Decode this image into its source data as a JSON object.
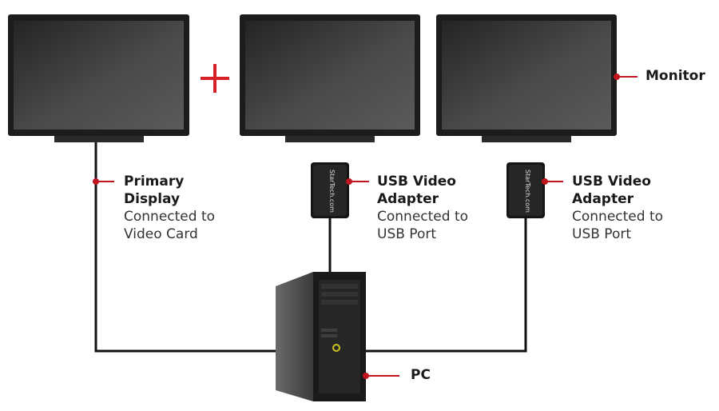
{
  "colors": {
    "accent": "#c0141e",
    "cable": "#111111",
    "screen_bezel": "#1c1c1c",
    "screen_glass": "#3a3a3a"
  },
  "labels": {
    "monitor": "Monitor",
    "pc": "PC",
    "primary": {
      "title_line1": "Primary",
      "title_line2": "Display",
      "desc_line1": "Connected to",
      "desc_line2": "Video Card"
    },
    "usb1": {
      "title_line1": "USB Video",
      "title_line2": "Adapter",
      "desc_line1": "Connected to",
      "desc_line2": "USB Port"
    },
    "usb2": {
      "title_line1": "USB Video",
      "title_line2": "Adapter",
      "desc_line1": "Connected to",
      "desc_line2": "USB Port"
    },
    "adapter_brand": "StarTech.com"
  },
  "icons": {
    "plus": "plus-icon"
  }
}
